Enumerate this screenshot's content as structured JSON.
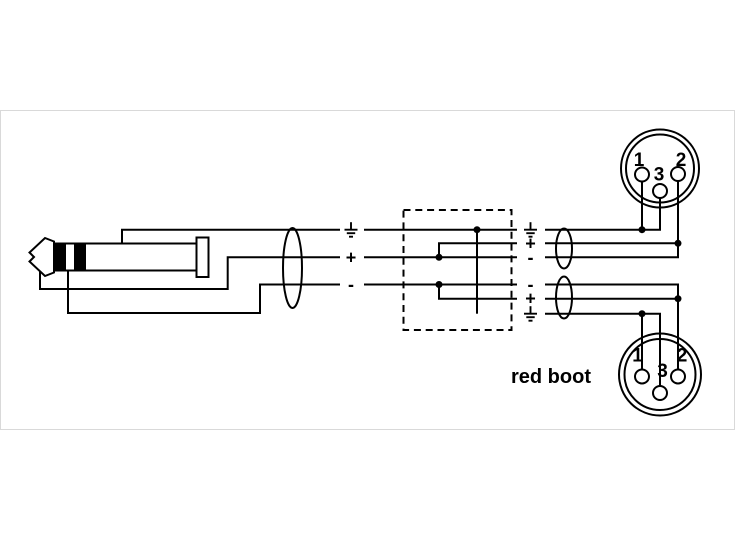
{
  "image": {
    "kind": "audio adapter cable wiring diagram",
    "background": "#ffffff",
    "frame_color": "#d9d9d9",
    "line_color": "#000000"
  },
  "labels": {
    "plus": "+",
    "minus": "-",
    "pin1": "1",
    "pin2": "2",
    "pin3": "3",
    "red_boot": "red boot"
  },
  "jack_plug": {
    "type": "stereo TRS jack plug",
    "contacts": [
      "tip",
      "ring",
      "sleeve"
    ]
  },
  "conductors": {
    "left_labels_top_to_bottom": [
      "ground",
      "+",
      "-"
    ],
    "right_top_group_top_to_bottom": [
      "ground",
      "+",
      "-"
    ],
    "right_bottom_group_top_to_bottom": [
      "-",
      "+",
      "ground"
    ]
  },
  "xlr_connectors": [
    {
      "position": "top",
      "pin_labels": [
        "1",
        "3",
        "2"
      ],
      "pin1": "ground",
      "pin3": "ground",
      "pin2": "signal"
    },
    {
      "position": "bottom",
      "pin_labels": [
        "1",
        "3",
        "2"
      ],
      "pin1": "ground",
      "pin3": "ground",
      "pin2": "signal",
      "boot_caption": "red boot"
    }
  ]
}
